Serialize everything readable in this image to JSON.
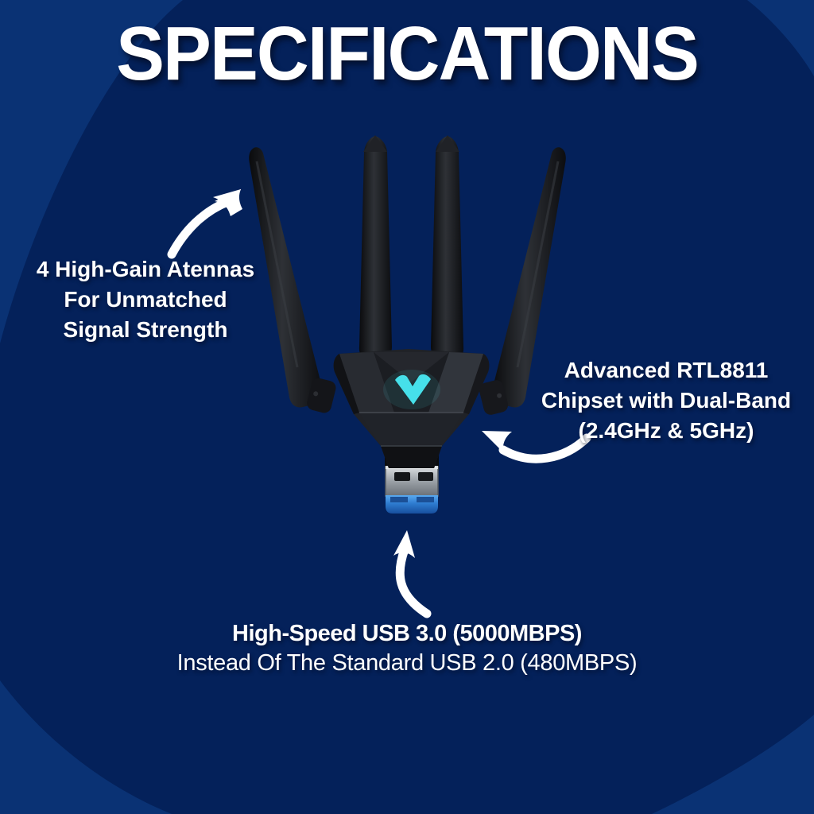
{
  "title": "SPECIFICATIONS",
  "callouts": {
    "antennas": {
      "lines": [
        "4 High-Gain Atennas",
        "For Unmatched",
        "Signal Strength"
      ]
    },
    "chipset": {
      "lines": [
        "Advanced RTL8811",
        "Chipset with Dual-Band",
        "(2.4GHz & 5GHz)"
      ]
    },
    "usb": {
      "headline": "High-Speed USB 3.0 (5000MBPS)",
      "subline": "Instead Of The Standard USB 2.0 (480MBPS)"
    }
  },
  "product": {
    "type": "usb-wifi-adapter",
    "antenna_count": 4,
    "logo_icon": "cyan-chevron-logo"
  },
  "colors": {
    "background_base": "#0a3274",
    "background_blob": "#04215a",
    "text": "#ffffff",
    "arrow": "#ffffff",
    "logo_cyan": "#46e0ea",
    "usb_blue": "#2e7cd0",
    "device_black": "#1d1f24",
    "usb_metal": "#9aa0a6"
  }
}
